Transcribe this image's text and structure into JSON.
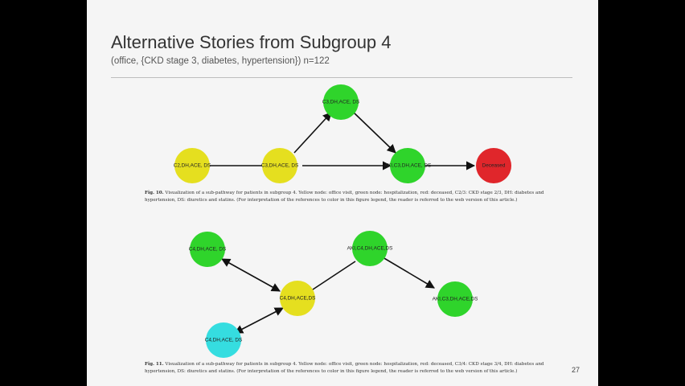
{
  "slide": {
    "title": "Alternative Stories from Subgroup 4",
    "subtitle": "(office, {CKD stage 3, diabetes, hypertension})  n=122",
    "page_number": "27"
  },
  "figure10": {
    "nodes": [
      {
        "label": "C2,DH,ACE, DS",
        "color": "#e5df1f"
      },
      {
        "label": "C3,DH,ACE, DS",
        "color": "#e5df1f"
      },
      {
        "label": "C3,DH,ACE, DS",
        "color": "#2fd42b"
      },
      {
        "label": "AKI,C3,DH,ACE, DS",
        "color": "#2fd42b"
      },
      {
        "label": "Deceased",
        "color": "#e0262b"
      }
    ],
    "caption_prefix": "Fig. 10.",
    "caption_text": "Visualization of a sub-pathway for patients in subgroup 4. Yellow node: office visit, green node: hospitalization, red: deceased, C2/3: CKD stage 2/3, DH: diabetes and hypertension, DS: diuretics and statins. (For interpretation of the references to color in this figure legend, the reader is referred to the web version of this article.)"
  },
  "figure11": {
    "nodes": [
      {
        "label": "C4,DH,ACE, DS",
        "color": "#2fd42b"
      },
      {
        "label": "AKI,C4,DH,ACE,DS",
        "color": "#2fd42b"
      },
      {
        "label": "C4,DH,ACE,DS",
        "color": "#e5df1f"
      },
      {
        "label": "AKI,C3,DH,ACE,DS",
        "color": "#2fd42b"
      },
      {
        "label": "C4,DH,ACE, DS",
        "color": "#35dde0"
      }
    ],
    "caption_prefix": "Fig. 11.",
    "caption_text": "Visualization of a sub-pathway for patients in subgroup 4. Yellow node: office visit, green node: hospitalization, red: deceased, C3/4: CKD stage 3/4, DH: diabetes and hypertension, DS: diuretics and statins. (For interpretation of the references to color in this figure legend, the reader is referred to the web version of this article.)"
  }
}
